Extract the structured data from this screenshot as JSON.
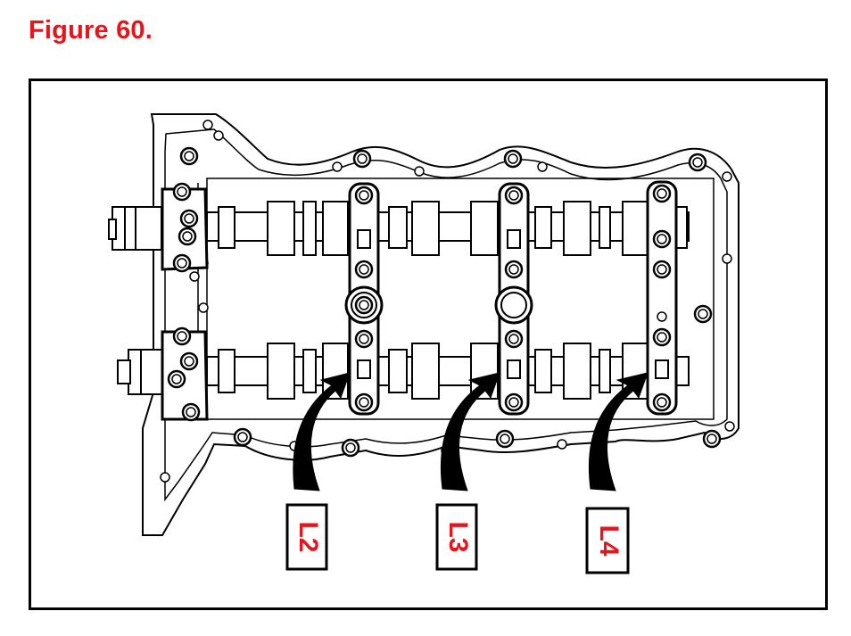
{
  "figure_title": "Figure 60.",
  "colors": {
    "title": "#e8141b",
    "label_text": "#e8141b",
    "line": "#000000",
    "background": "#ffffff"
  },
  "labels": [
    {
      "id": "L2",
      "text": "L2"
    },
    {
      "id": "L3",
      "text": "L3"
    },
    {
      "id": "L4",
      "text": "L4"
    }
  ]
}
